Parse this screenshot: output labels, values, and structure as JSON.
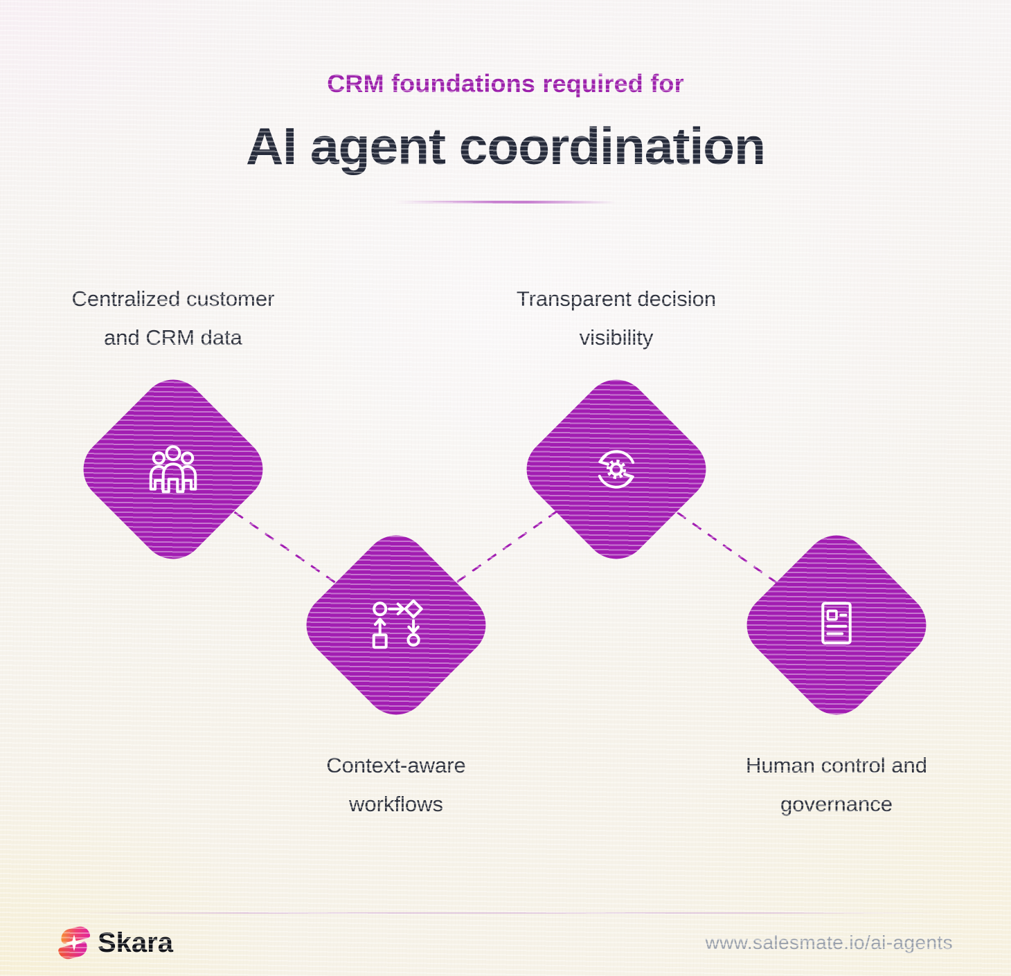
{
  "header": {
    "subtitle": "CRM foundations required for",
    "title": "AI agent coordination"
  },
  "nodes": [
    {
      "id": "centralized-data",
      "icon": "people-group-icon",
      "label_line1": "Centralized customer",
      "label_line2": "and CRM data"
    },
    {
      "id": "context-workflows",
      "icon": "workflow-icon",
      "label_line1": "Context-aware",
      "label_line2": "workflows"
    },
    {
      "id": "decision-visibility",
      "icon": "sync-gear-icon",
      "label_line1": "Transparent decision",
      "label_line2": "visibility"
    },
    {
      "id": "human-governance",
      "icon": "document-icon",
      "label_line1": "Human control and",
      "label_line2": "governance"
    }
  ],
  "footer": {
    "brand": "Skara",
    "url": "www.salesmate.io/ai-agents"
  },
  "colors": {
    "diamond": "#a21db2",
    "dash": "#a21db2",
    "subtitle": "#9c21ac",
    "title": "#252a3a",
    "label": "#2e323e",
    "underline": "#c77fd0",
    "url": "#99a0ac",
    "brand_text": "#101218",
    "icon_stroke": "#ffffff",
    "logo_orange": "#f8972b",
    "logo_pink": "#e0249c"
  }
}
